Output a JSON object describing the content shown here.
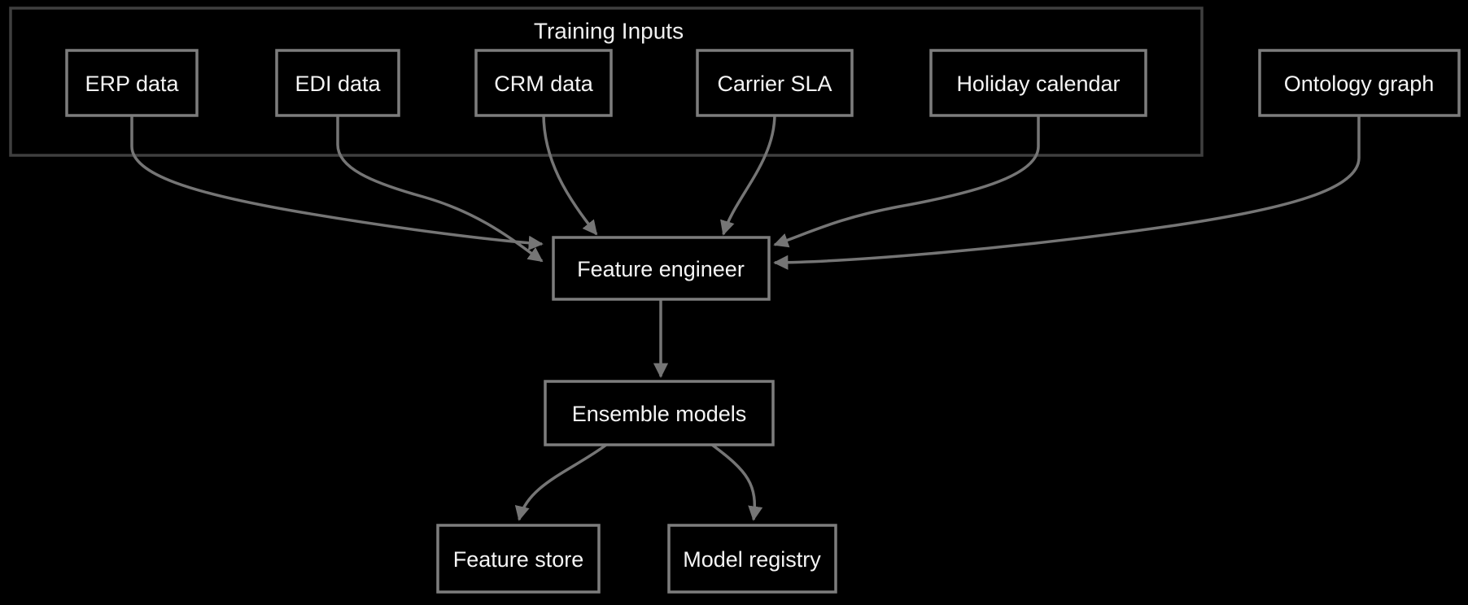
{
  "diagram": {
    "type": "flowchart-top-down",
    "cluster": {
      "label": "Training Inputs",
      "members": [
        "ERP data",
        "EDI data",
        "CRM data",
        "Carrier SLA",
        "Holiday calendar"
      ]
    },
    "nodes": {
      "erp": {
        "label": "ERP data"
      },
      "edi": {
        "label": "EDI data"
      },
      "crm": {
        "label": "CRM data"
      },
      "carrier": {
        "label": "Carrier SLA"
      },
      "holiday": {
        "label": "Holiday calendar"
      },
      "ontology": {
        "label": "Ontology graph"
      },
      "feature_engineer": {
        "label": "Feature engineer"
      },
      "ensemble": {
        "label": "Ensemble models"
      },
      "feature_store": {
        "label": "Feature store"
      },
      "model_registry": {
        "label": "Model registry"
      }
    },
    "edges": [
      {
        "from": "ERP data",
        "to": "Feature engineer"
      },
      {
        "from": "EDI data",
        "to": "Feature engineer"
      },
      {
        "from": "CRM data",
        "to": "Feature engineer"
      },
      {
        "from": "Carrier SLA",
        "to": "Feature engineer"
      },
      {
        "from": "Holiday calendar",
        "to": "Feature engineer"
      },
      {
        "from": "Ontology graph",
        "to": "Feature engineer"
      },
      {
        "from": "Feature engineer",
        "to": "Ensemble models"
      },
      {
        "from": "Ensemble models",
        "to": "Feature store"
      },
      {
        "from": "Ensemble models",
        "to": "Model registry"
      }
    ]
  },
  "colors": {
    "background": "#000000",
    "node_fill": "#000000",
    "node_border": "#7d7d7d",
    "cluster_border": "#3f3f3f",
    "edge": "#757575",
    "text": "#f5f5f5"
  }
}
